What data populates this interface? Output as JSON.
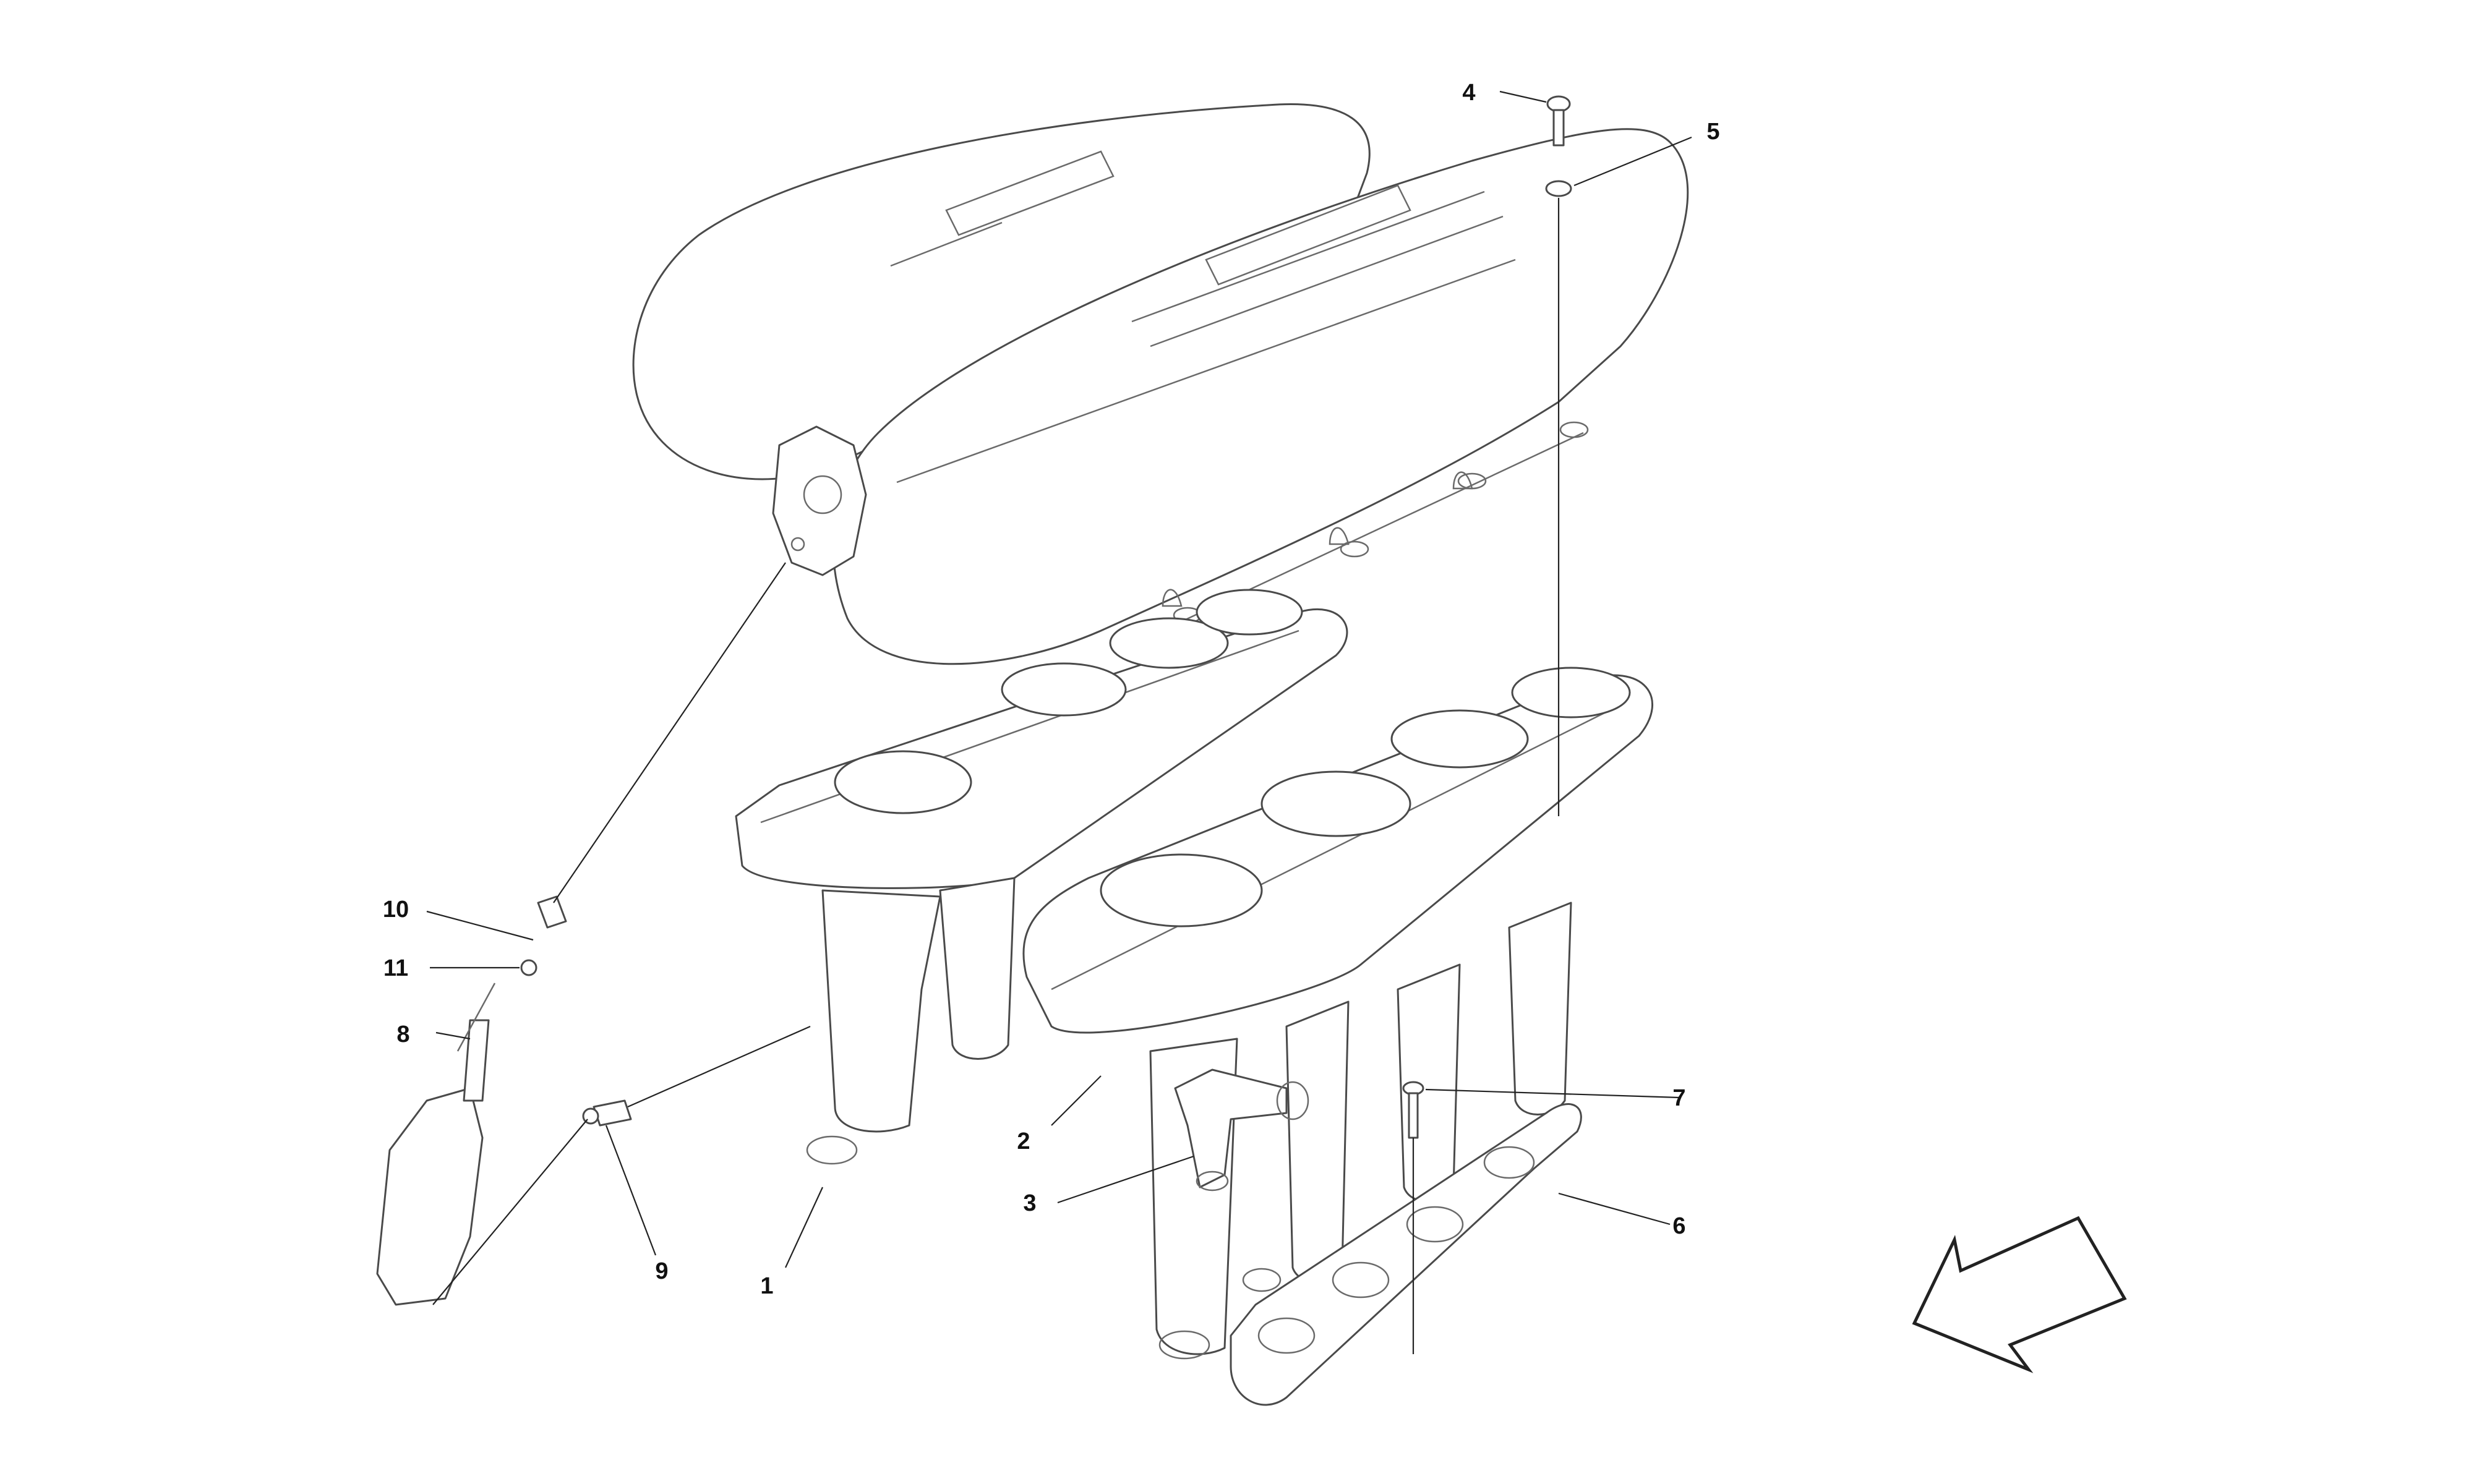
{
  "diagram": {
    "callouts": {
      "c1": "1",
      "c2": "2",
      "c3": "3",
      "c4": "4",
      "c5": "5",
      "c6": "6",
      "c7": "7",
      "c8": "8",
      "c9": "9",
      "c10": "10",
      "c11": "11"
    },
    "icons": {
      "direction": "direction-arrow-icon"
    }
  }
}
